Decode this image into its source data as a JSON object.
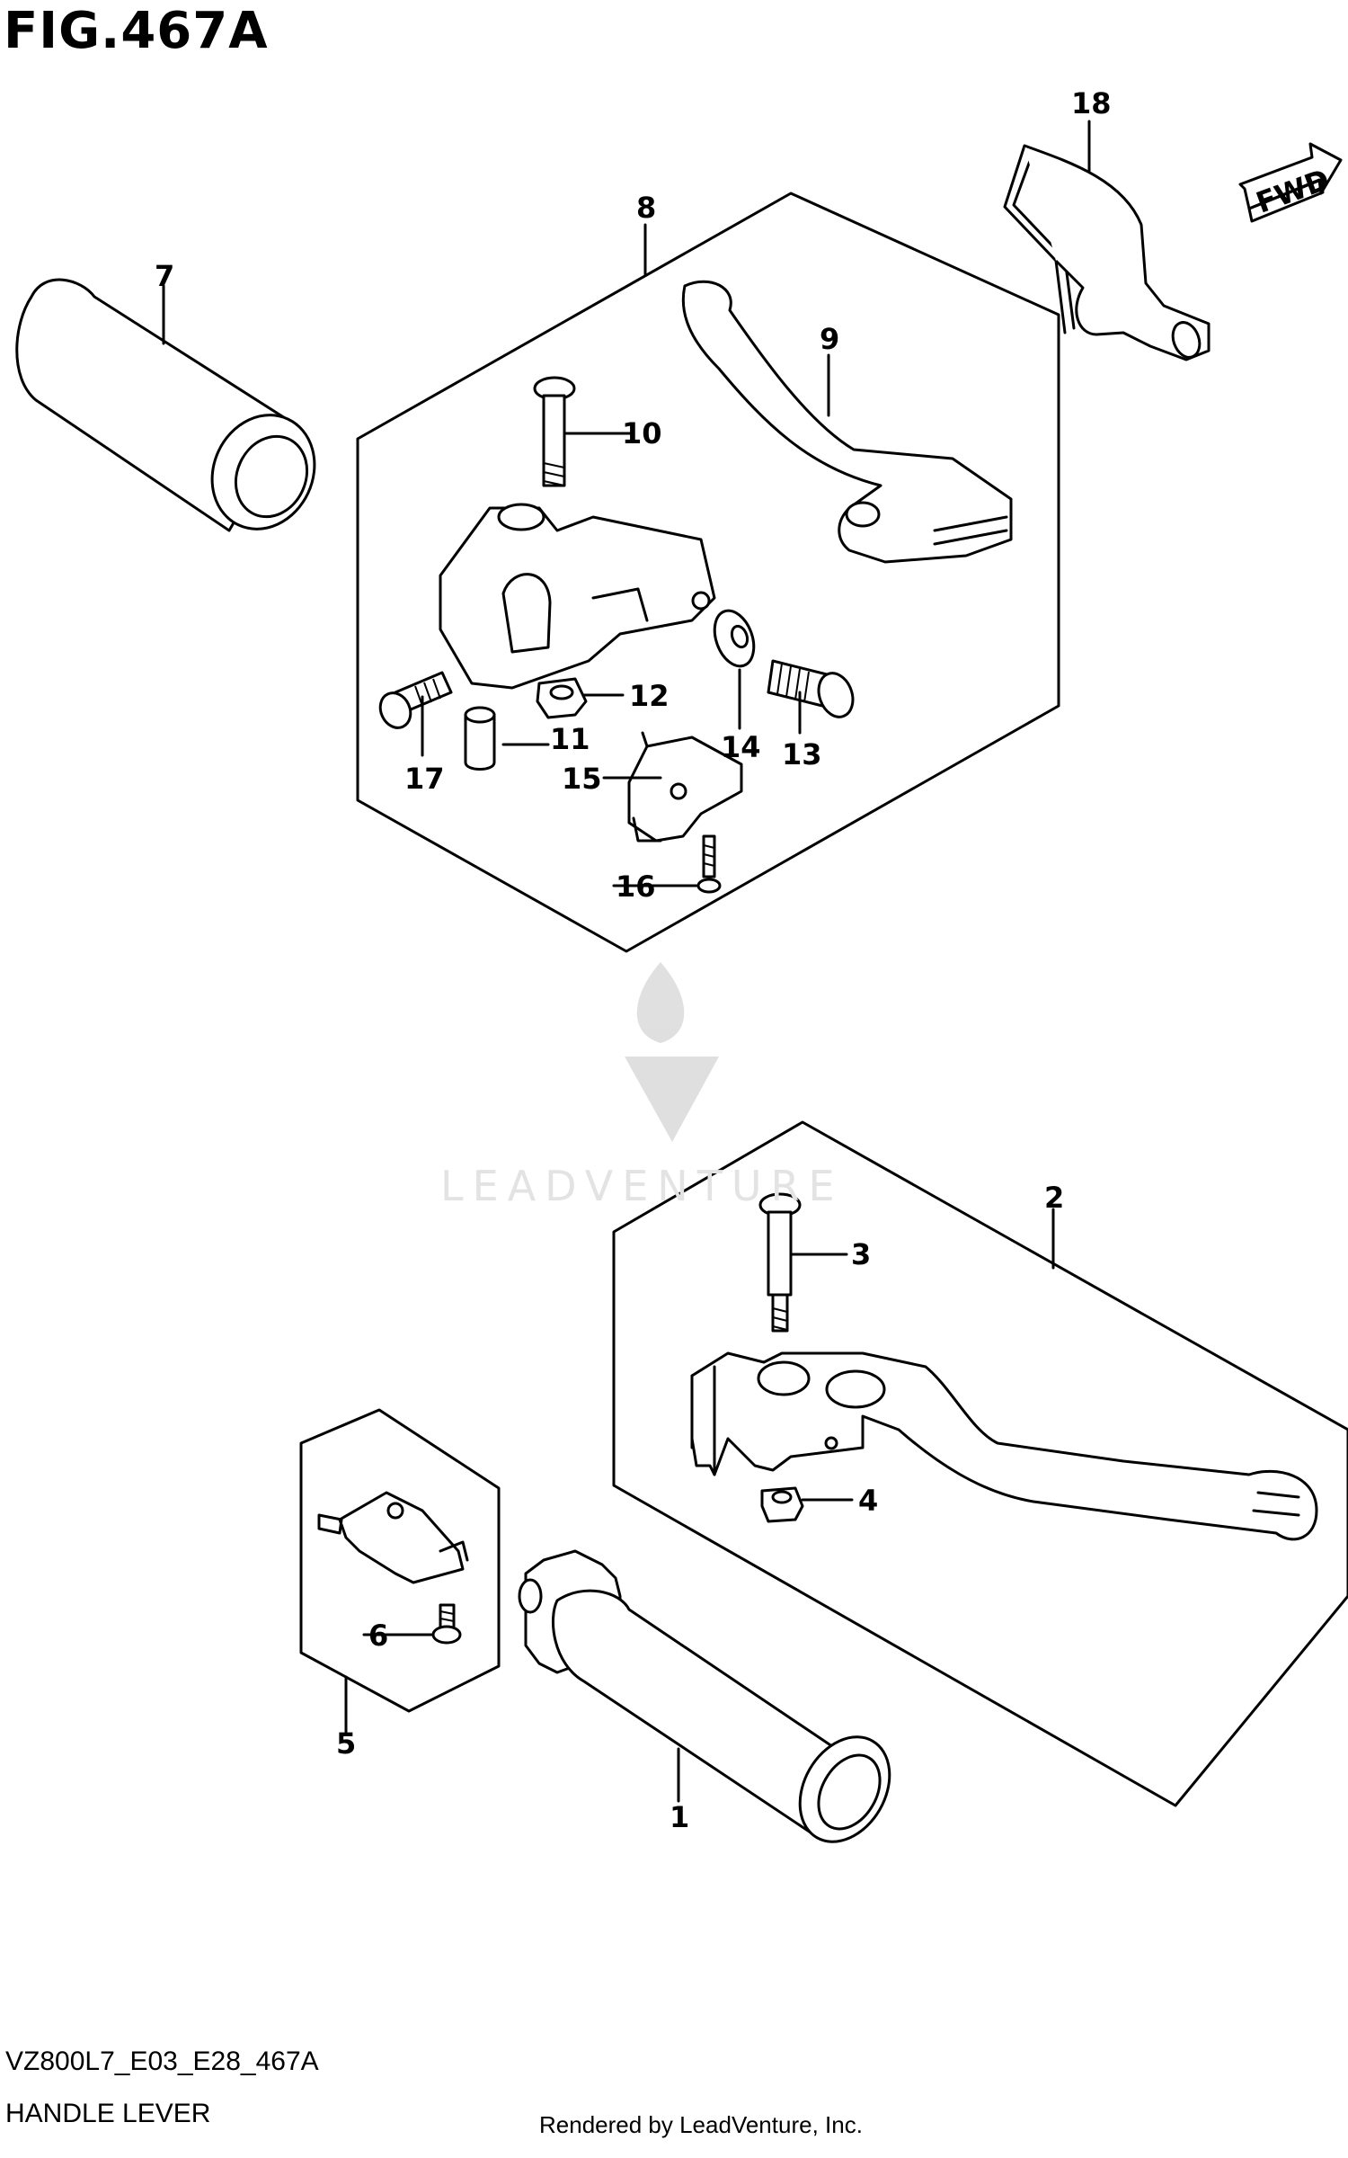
{
  "figure": {
    "title": "FIG.467A",
    "code": "VZ800L7_E03_E28_467A",
    "name": "HANDLE LEVER",
    "credit": "Rendered by LeadVenture, Inc.",
    "watermark": "LEADVENTURE",
    "fwd_label": "FWD"
  },
  "callouts": {
    "c1": "1",
    "c2": "2",
    "c3": "3",
    "c4": "4",
    "c5": "5",
    "c6": "6",
    "c7": "7",
    "c8": "8",
    "c9": "9",
    "c10": "10",
    "c11": "11",
    "c12": "12",
    "c13": "13",
    "c14": "14",
    "c15": "15",
    "c16": "16",
    "c17": "17",
    "c18": "18"
  },
  "colors": {
    "line": "#000000",
    "watermark": "#e3e3e3",
    "background": "#ffffff"
  }
}
